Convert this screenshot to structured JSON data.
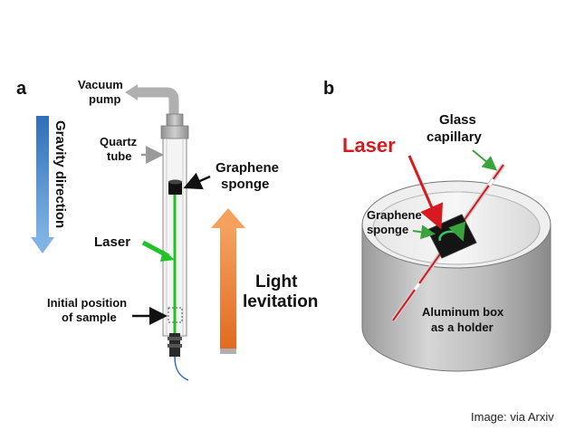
{
  "panel_a": {
    "letter": "a",
    "vacuum_line1": "Vacuum",
    "vacuum_line2": "pump",
    "gravity": "Gravity direction",
    "quartz_line1": "Quartz",
    "quartz_line2": "tube",
    "graphene_line1": "Graphene",
    "graphene_line2": "sponge",
    "laser": "Laser",
    "initial_line1": "Initial position",
    "initial_line2": "of sample",
    "light_line1": "Light",
    "light_line2": "levitation"
  },
  "panel_b": {
    "letter": "b",
    "laser": "Laser",
    "glass_line1": "Glass",
    "glass_line2": "capillary",
    "graphene_line1": "Graphene",
    "graphene_line2": "sponge",
    "aluminum_line1": "Aluminum box",
    "aluminum_line2": "as a holder"
  },
  "credit": "Image: via Arxiv",
  "colors": {
    "laser_green": "#22c22a",
    "laser_red": "#e01b22",
    "gravity_blue": "#4d8fd0",
    "levitation_orange": "#f0853a",
    "pipe_gray": "#a8a8a8"
  }
}
